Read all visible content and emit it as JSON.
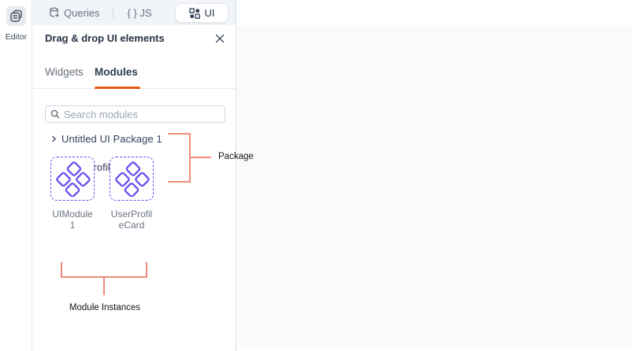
{
  "colors": {
    "accent": "#E8590C",
    "purple": "#6B4CF3",
    "salmon": "#F28B7C",
    "tabbar": "#F1F5F9",
    "canvas": "#F8FAFC"
  },
  "left_rail": {
    "editor_label": "Editor"
  },
  "top_tabs": {
    "queries_label": "Queries",
    "js_label": "{ } JS",
    "ui_label": "UI"
  },
  "panel": {
    "title": "Drag & drop UI elements"
  },
  "seg_tabs": {
    "widgets_label": "Widgets",
    "modules_label": "Modules",
    "active": "Modules"
  },
  "search": {
    "placeholder": "Search modules"
  },
  "packages": [
    {
      "name": "Untitled UI Package 1",
      "state": "collapsed"
    },
    {
      "name": "User Profile Card",
      "state": "expanded"
    }
  ],
  "instances": [
    {
      "line1": "UIModule",
      "line2": "1"
    },
    {
      "line1": "UserProfil",
      "line2": "eCard"
    }
  ],
  "annotations": {
    "package_label": "Package",
    "instances_label": "Module Instances"
  }
}
